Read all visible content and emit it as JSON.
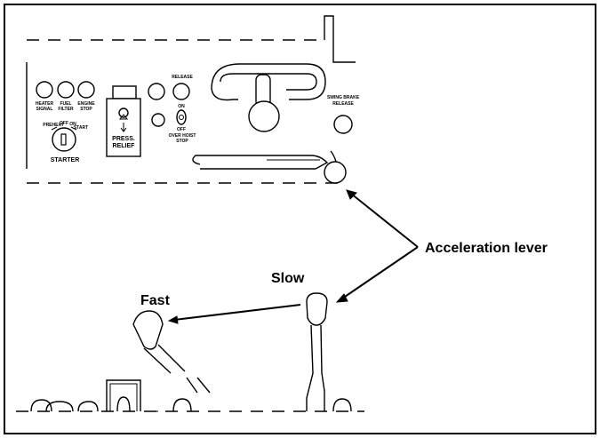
{
  "labels": {
    "acceleration": "Acceleration lever",
    "slow": "Slow",
    "fast": "Fast"
  },
  "panel": {
    "heater_signal": [
      "HEATER",
      "SIGNAL"
    ],
    "fuel_filter": [
      "FUEL",
      "FILTER"
    ],
    "engine_stop": [
      "ENGINE",
      "STOP"
    ],
    "starter": "STARTER",
    "press_relief": [
      "PRESS.",
      "RELIEF"
    ],
    "release": "RELEASE",
    "on": "ON",
    "off": "OFF",
    "over_hoist_stop": [
      "OVER HOIST",
      "STOP"
    ],
    "swing_brake_release": [
      "SWING BRAKE",
      "RELEASE"
    ],
    "key_positions": [
      "PREHEAT",
      "OFF",
      "ON",
      "START"
    ]
  }
}
